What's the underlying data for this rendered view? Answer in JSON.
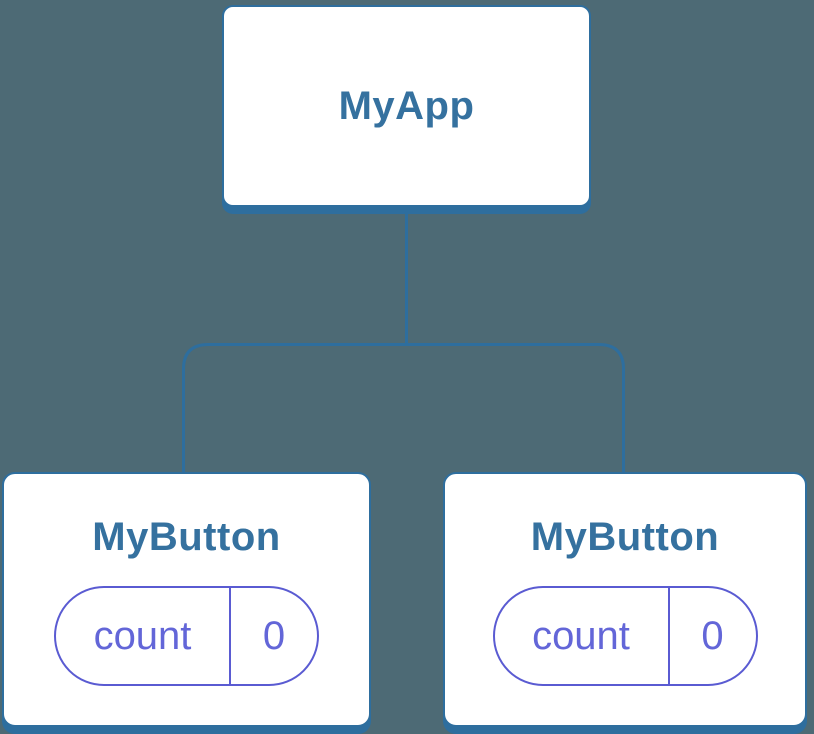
{
  "diagram": {
    "root": {
      "label": "MyApp"
    },
    "children": [
      {
        "label": "MyButton",
        "state": {
          "key": "count",
          "value": "0"
        }
      },
      {
        "label": "MyButton",
        "state": {
          "key": "count",
          "value": "0"
        }
      }
    ]
  },
  "colors": {
    "background": "#4d6a75",
    "card_background": "#ffffff",
    "tree_line": "#2e6e9e",
    "node_label": "#35719f",
    "state_border": "#5a5bd2",
    "state_text": "#6366d8"
  }
}
